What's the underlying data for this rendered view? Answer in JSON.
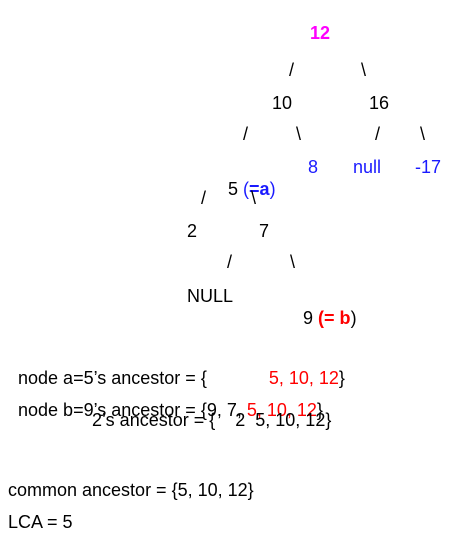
{
  "colors": {
    "root": "#ff00ff",
    "blue": "#1a1aff",
    "red": "#ff0000",
    "text": "#000000"
  },
  "tree": {
    "root": "12",
    "edge_left": "/",
    "edge_right": "\\",
    "n10": "10",
    "n16": "16",
    "n5": "5",
    "n5_note_open": "(",
    "n5_note_eq": "=a",
    "n5_note_close": ")",
    "n8": "8",
    "null": "null",
    "n_neg17": "-17",
    "n2": "2",
    "n7": "7",
    "NULL": "NULL",
    "n9": "9",
    "n9_note_open": "(",
    "n9_note_eq": "= b",
    "n9_note_close": ")"
  },
  "ancestors": {
    "a_prefix": "node a=5’s ancestor = {",
    "a_red": "5, 10, 12",
    "a_suffix": "}",
    "b_prefix": "node b=9’s ancestor = {9, 7, ",
    "b_red": "5, 10, 12",
    "b_suffix": "}",
    "c_line": "2’s ancestor = {    2  5, 10, 12}"
  },
  "result": {
    "common": "common ancestor = {5, 10, 12}",
    "lca": "LCA = 5"
  }
}
